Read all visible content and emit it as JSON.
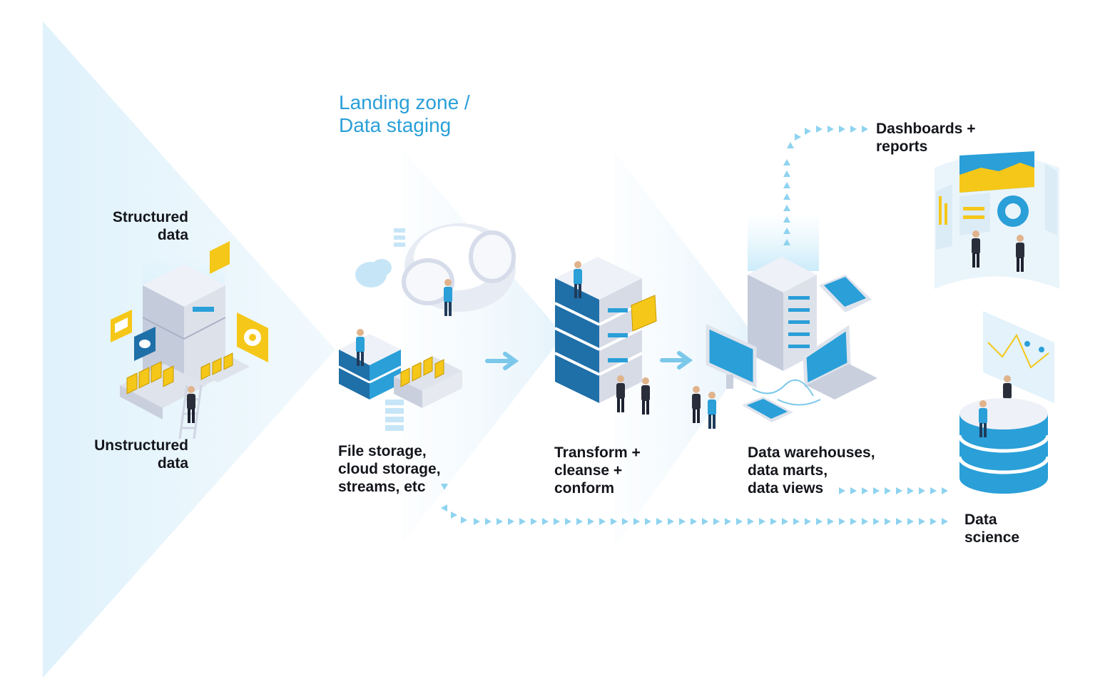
{
  "heading": {
    "line1": "Landing zone /",
    "line2": "Data staging"
  },
  "sources": {
    "structured": [
      "Structured",
      "data"
    ],
    "unstructured": [
      "Unstructured",
      "data"
    ]
  },
  "stages": [
    {
      "id": "file-storage",
      "lines": [
        "File storage,",
        "cloud storage,",
        "streams, etc"
      ]
    },
    {
      "id": "transform",
      "lines": [
        "Transform +",
        "cleanse +",
        "conform"
      ]
    },
    {
      "id": "warehouses",
      "lines": [
        "Data warehouses,",
        "data marts,",
        "data views"
      ]
    }
  ],
  "outputs": {
    "dashboards": [
      "Dashboards +",
      "reports"
    ],
    "data_science": [
      "Data",
      "science"
    ]
  },
  "colors": {
    "accent_blue": "#2a9fd8",
    "dark_blue": "#1f6fa8",
    "server_gray": "#d7dbe6",
    "folder_yellow": "#f5c718",
    "arrow_blue": "#7cc8ea",
    "text": "#14161c"
  },
  "icons": [
    "server-icon",
    "document-icon",
    "email-icon",
    "chat-icon",
    "gear-icon",
    "cloud-icon",
    "folder-icon",
    "monitor-icon",
    "laptop-icon",
    "tablet-icon",
    "phone-icon",
    "database-icon",
    "dashboard-screen-icon",
    "person-icon"
  ]
}
